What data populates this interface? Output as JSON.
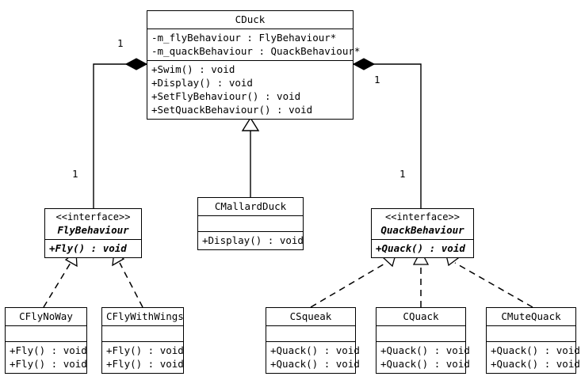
{
  "diagram": {
    "title": "Duck Strategy Pattern Class Diagram",
    "background": "#ffffff",
    "line_color": "#000000"
  },
  "classes": {
    "cduck": {
      "name": "CDuck",
      "attributes": [
        "-m_flyBehaviour : FlyBehaviour*",
        "-m_quackBehaviour : QuackBehaviour*"
      ],
      "operations": [
        "+Swim() : void",
        "+Display() : void",
        "+SetFlyBehaviour() : void",
        "+SetQuackBehaviour() : void"
      ]
    },
    "cmallardduck": {
      "name": "CMallardDuck",
      "attributes": [],
      "operations": [
        "+Display() : void"
      ]
    },
    "flybehaviour": {
      "stereotype": "<<interface>>",
      "name": "FlyBehaviour",
      "operations": [
        "+Fly() : void"
      ]
    },
    "quackbehaviour": {
      "stereotype": "<<interface>>",
      "name": "QuackBehaviour",
      "operations": [
        "+Quack() : void"
      ]
    },
    "cflynoway": {
      "name": "CFlyNoWay",
      "attributes": [],
      "operations": [
        "+Fly() : void",
        "+Fly() : void"
      ]
    },
    "cflywithwings": {
      "name": "CFlyWithWings",
      "attributes": [],
      "operations": [
        "+Fly() : void",
        "+Fly() : void"
      ]
    },
    "csqueak": {
      "name": "CSqueak",
      "attributes": [],
      "operations": [
        "+Quack() : void",
        "+Quack() : void"
      ]
    },
    "cquack": {
      "name": "CQuack",
      "attributes": [],
      "operations": [
        "+Quack() : void",
        "+Quack() : void"
      ]
    },
    "cmutequack": {
      "name": "CMuteQuack",
      "attributes": [],
      "operations": [
        "+Quack() : void",
        "+Quack() : void"
      ]
    }
  },
  "multiplicities": {
    "fly_near_duck": "1",
    "fly_near_interface": "1",
    "quack_near_duck": "1",
    "quack_near_interface": "1"
  },
  "relationships": [
    {
      "kind": "composition",
      "from": "CDuck",
      "to": "FlyBehaviour",
      "source_multiplicity": "1",
      "target_multiplicity": "1"
    },
    {
      "kind": "composition",
      "from": "CDuck",
      "to": "QuackBehaviour",
      "source_multiplicity": "1",
      "target_multiplicity": "1"
    },
    {
      "kind": "generalization",
      "from": "CMallardDuck",
      "to": "CDuck"
    },
    {
      "kind": "realization",
      "from": "CFlyNoWay",
      "to": "FlyBehaviour"
    },
    {
      "kind": "realization",
      "from": "CFlyWithWings",
      "to": "FlyBehaviour"
    },
    {
      "kind": "realization",
      "from": "CSqueak",
      "to": "QuackBehaviour"
    },
    {
      "kind": "realization",
      "from": "CQuack",
      "to": "QuackBehaviour"
    },
    {
      "kind": "realization",
      "from": "CMuteQuack",
      "to": "QuackBehaviour"
    }
  ]
}
